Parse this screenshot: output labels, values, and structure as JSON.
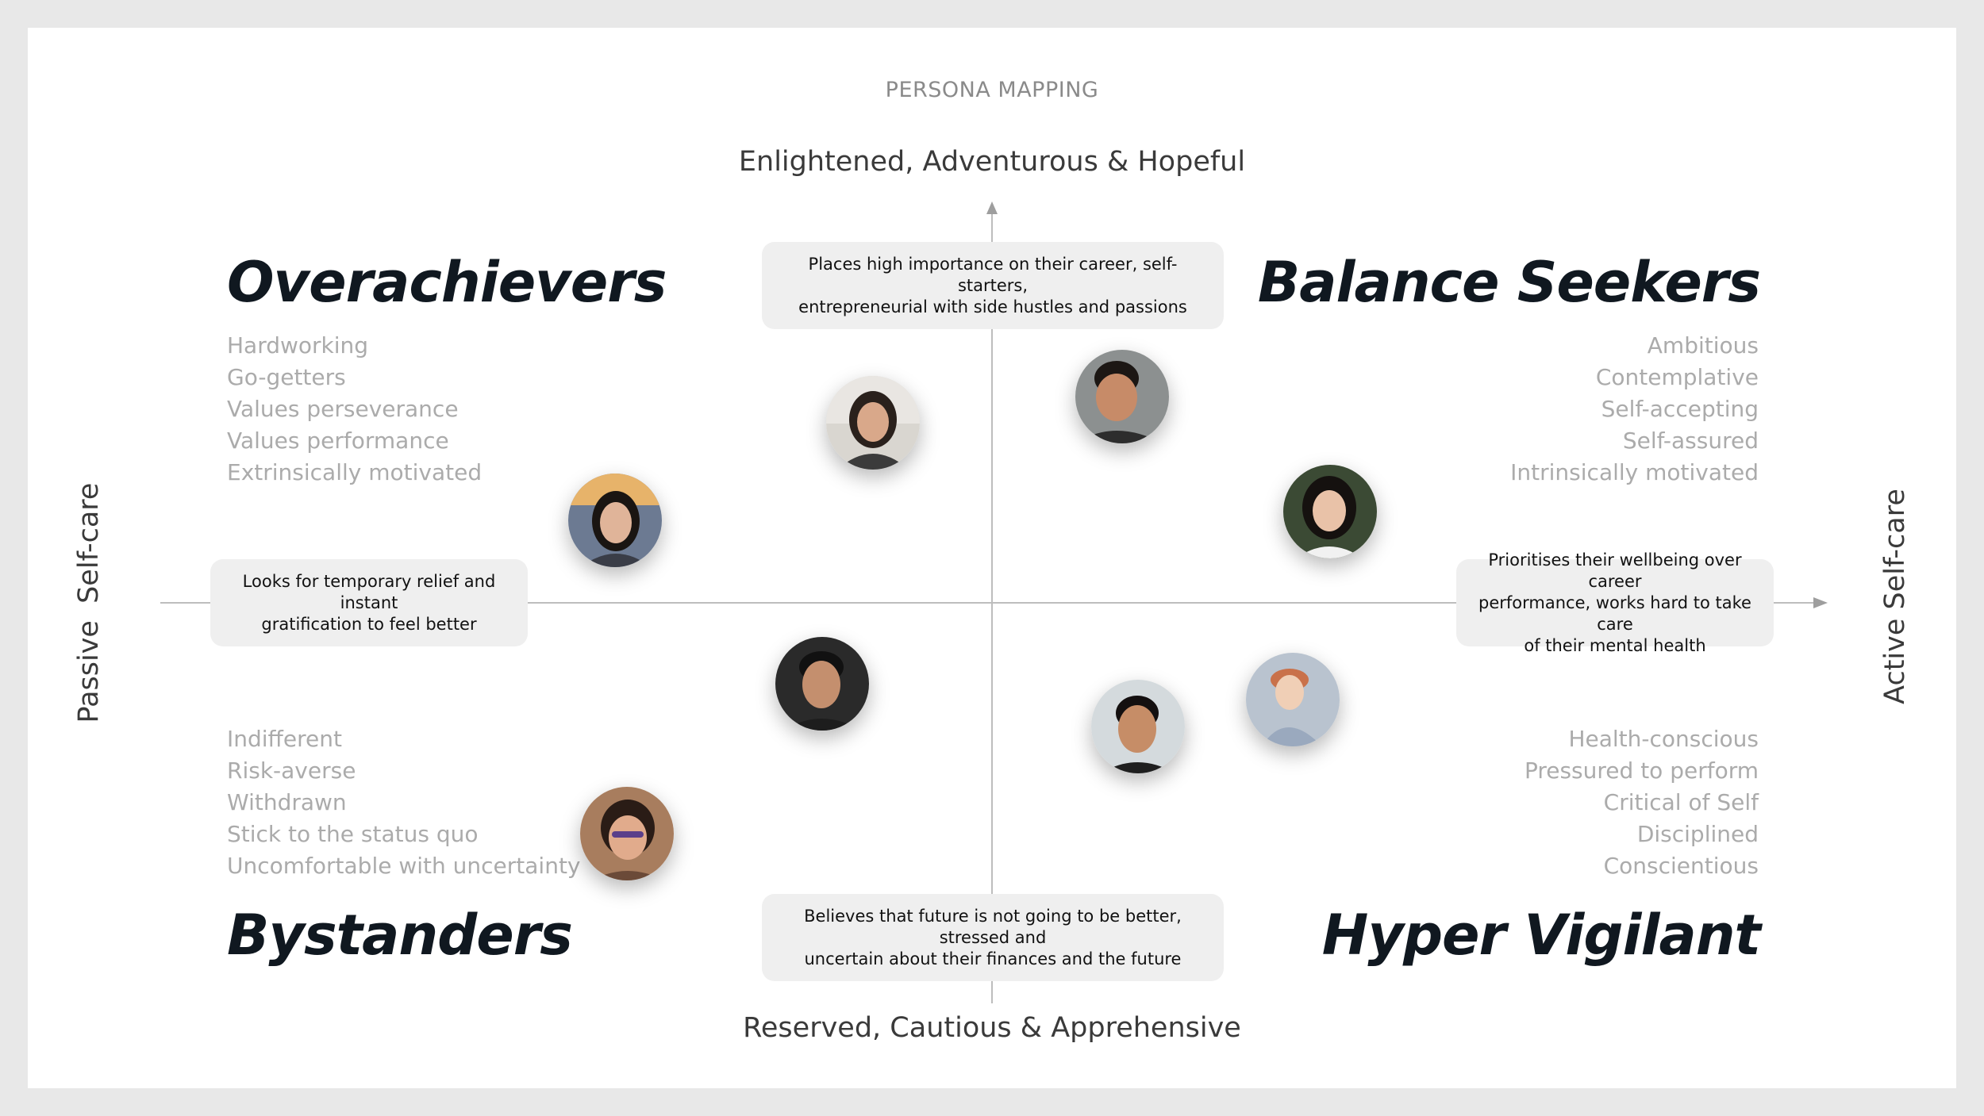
{
  "title": "PERSONA MAPPING",
  "axes": {
    "top": "Enlightened, Adventurous & Hopeful",
    "bottom": "Reserved, Cautious & Apprehensive",
    "left": "Passive Self-care",
    "right": "Active Self-care"
  },
  "quadrants": {
    "top_left": {
      "name": "Overachievers",
      "traits": [
        "Hardworking",
        "Go-getters",
        "Values perseverance",
        "Values performance",
        "Extrinsically motivated"
      ]
    },
    "top_right": {
      "name": "Balance Seekers",
      "traits": [
        "Ambitious",
        "Contemplative",
        "Self-accepting",
        "Self-assured",
        "Intrinsically motivated"
      ]
    },
    "bottom_left": {
      "name": "Bystanders",
      "traits": [
        "Indifferent",
        "Risk-averse",
        "Withdrawn",
        "Stick to the status quo",
        "Uncomfortable with uncertainty"
      ]
    },
    "bottom_right": {
      "name": "Hyper Vigilant",
      "traits": [
        "Health-conscious",
        "Pressured to perform",
        "Critical of Self",
        "Disciplined",
        "Conscientious"
      ]
    }
  },
  "descriptions": {
    "top": [
      "Places high importance on their career, self-starters,",
      "entrepreneurial with side hustles and passions"
    ],
    "bottom": [
      "Believes that future is not going to be better, stressed and",
      "uncertain about their finances and the future"
    ],
    "left": [
      "Looks for temporary relief and instant",
      "gratification to feel better"
    ],
    "right": [
      "Prioritises their wellbeing over career",
      "performance, works hard to take care",
      "of their mental health"
    ]
  },
  "colors": {
    "quadrant_title": "#101820",
    "trait_text": "#ababab",
    "axis_line": "#bdbdbd",
    "description_bg": "#efefef"
  },
  "avatars": [
    {
      "name": "persona-photo-1"
    },
    {
      "name": "persona-photo-2"
    },
    {
      "name": "persona-photo-3"
    },
    {
      "name": "persona-photo-4"
    },
    {
      "name": "persona-photo-5"
    },
    {
      "name": "persona-photo-6"
    },
    {
      "name": "persona-photo-7"
    },
    {
      "name": "persona-photo-8"
    }
  ]
}
